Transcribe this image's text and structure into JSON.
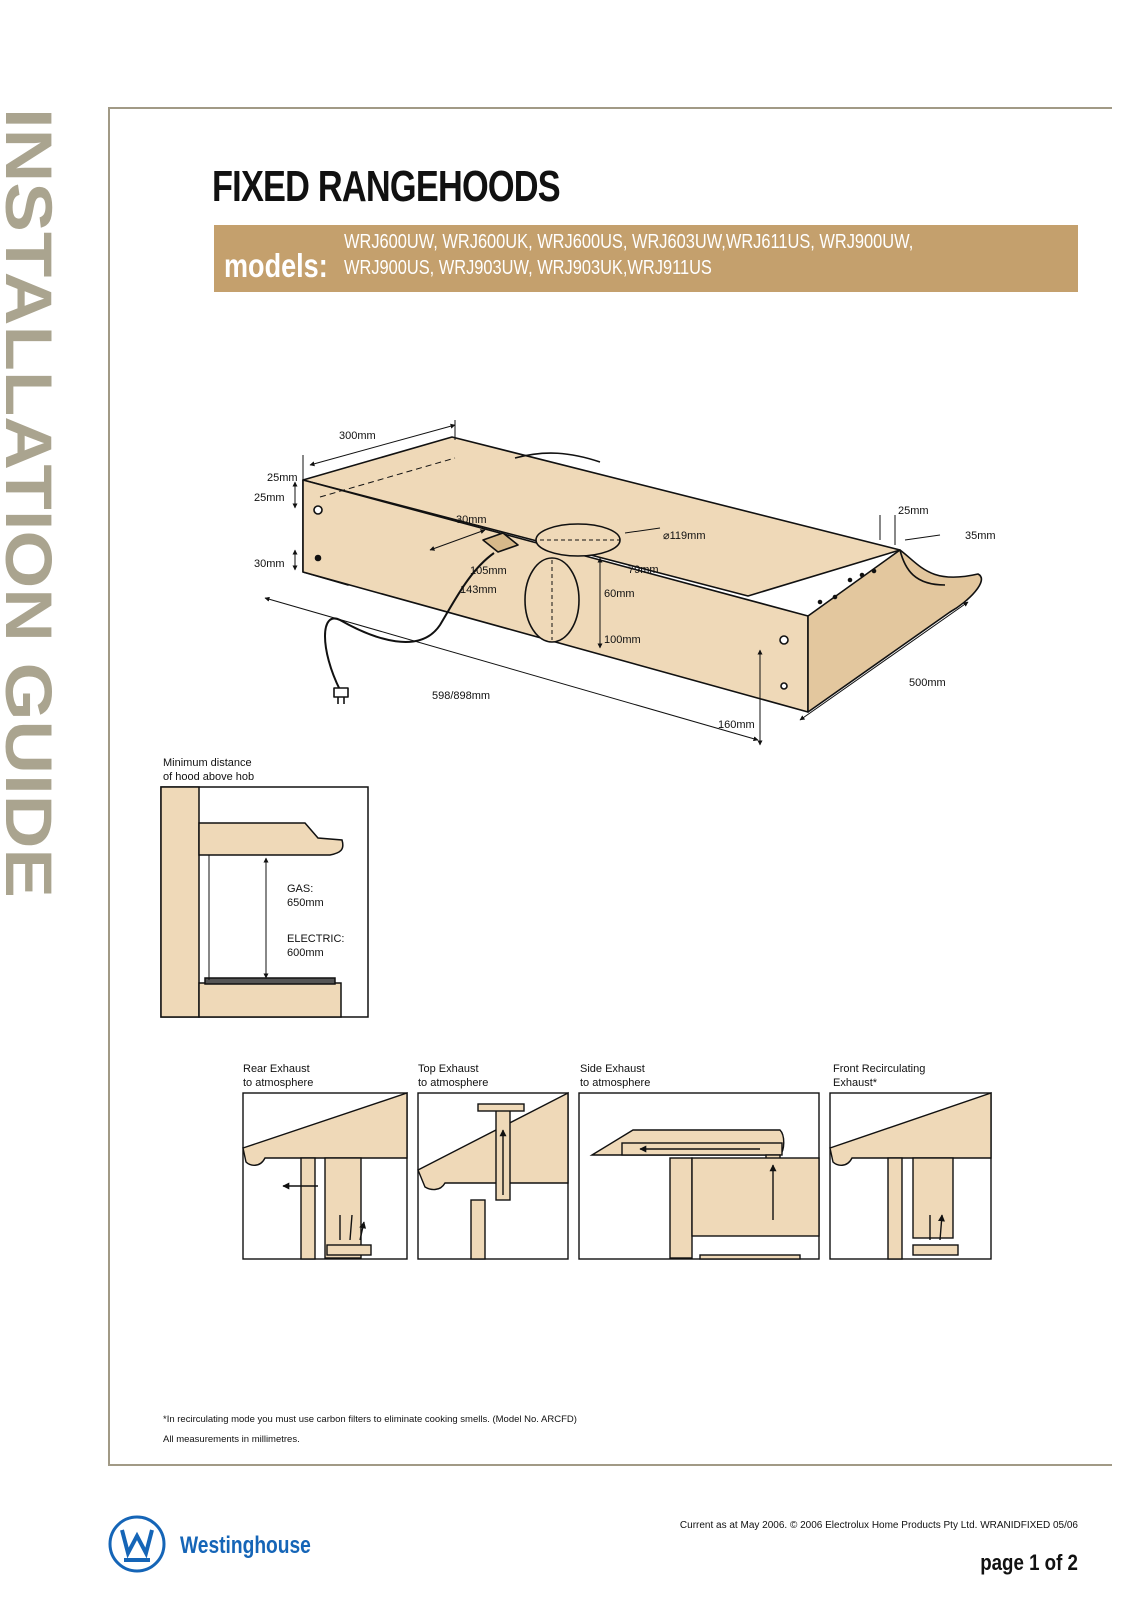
{
  "side_title": "INSTALLATION GUIDE",
  "title": "FIXED RANGEHOODS",
  "models": {
    "label": "models:",
    "line1": "WRJ600UW, WRJ600UK, WRJ600US, WRJ603UW,WRJ611US, WRJ900UW,",
    "line2": "WRJ900US, WRJ903UW, WRJ903UK,WRJ911US"
  },
  "dimensions": {
    "d300": "300mm",
    "d25a": "25mm",
    "d25b": "25mm",
    "d30a": "30mm",
    "d30b": "30mm",
    "d119": "⌀119mm",
    "d105": "105mm",
    "d143": "143mm",
    "d79": "79mm",
    "d60": "60mm",
    "d100": "100mm",
    "d25c": "25mm",
    "d35": "35mm",
    "d500": "500mm",
    "d598": "598/898mm",
    "d160": "160mm"
  },
  "min_distance": {
    "caption": "Minimum distance\nof hood above hob",
    "gas": "GAS:\n650mm",
    "electric": "ELECTRIC:\n600mm"
  },
  "exhausts": [
    {
      "caption": "Rear Exhaust\nto atmosphere"
    },
    {
      "caption": "Top Exhaust\nto atmosphere"
    },
    {
      "caption": "Side Exhaust\nto atmosphere"
    },
    {
      "caption": "Front Recirculating\nExhaust*"
    }
  ],
  "footnote1": "*In recirculating mode you must use  carbon filters to eliminate cooking smells. (Model No. ARCFD)",
  "footnote2": "All measurements in millimetres.",
  "brand": "Westinghouse",
  "copyright": "Current as at May 2006. © 2006 Electrolux Home Products Pty Ltd. WRANIDFIXED 05/06",
  "page": "page 1 of 2",
  "colors": {
    "accent": "#c4a06d",
    "beige": "#efd9b8",
    "frame": "#a19a86",
    "brand_blue": "#1565b7"
  }
}
